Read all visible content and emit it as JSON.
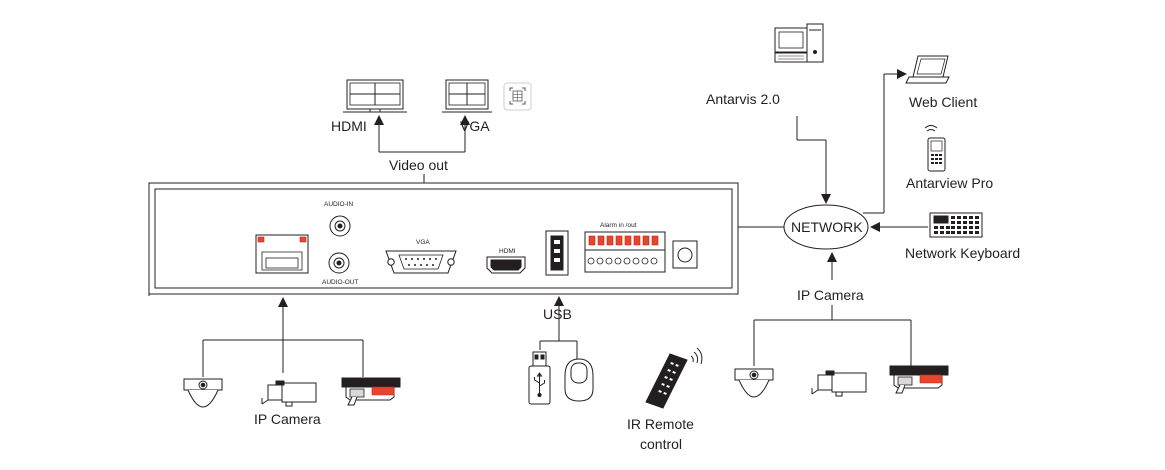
{
  "video_out": {
    "label": "Video out",
    "hdmi_label": "HDMI",
    "vga_label": "VGA"
  },
  "nvr_panel": {
    "audio_in": "AUDIO-IN",
    "audio_out": "AUDIO-OUT",
    "vga": "VGA",
    "hdmi": "HDMI",
    "alarm": "Alarm in /out"
  },
  "usb": {
    "label": "USB"
  },
  "ip_camera_left": {
    "label": "IP Camera"
  },
  "ip_camera_right": {
    "label": "IP Camera"
  },
  "remote": {
    "line1": "IR Remote",
    "line2": "control"
  },
  "network": {
    "label": "NETWORK"
  },
  "antarvis": {
    "label": "Antarvis 2.0"
  },
  "web_client": {
    "label": "Web Client"
  },
  "antarview": {
    "label": "Antarview Pro"
  },
  "keyboard": {
    "label": "Network Keyboard"
  }
}
